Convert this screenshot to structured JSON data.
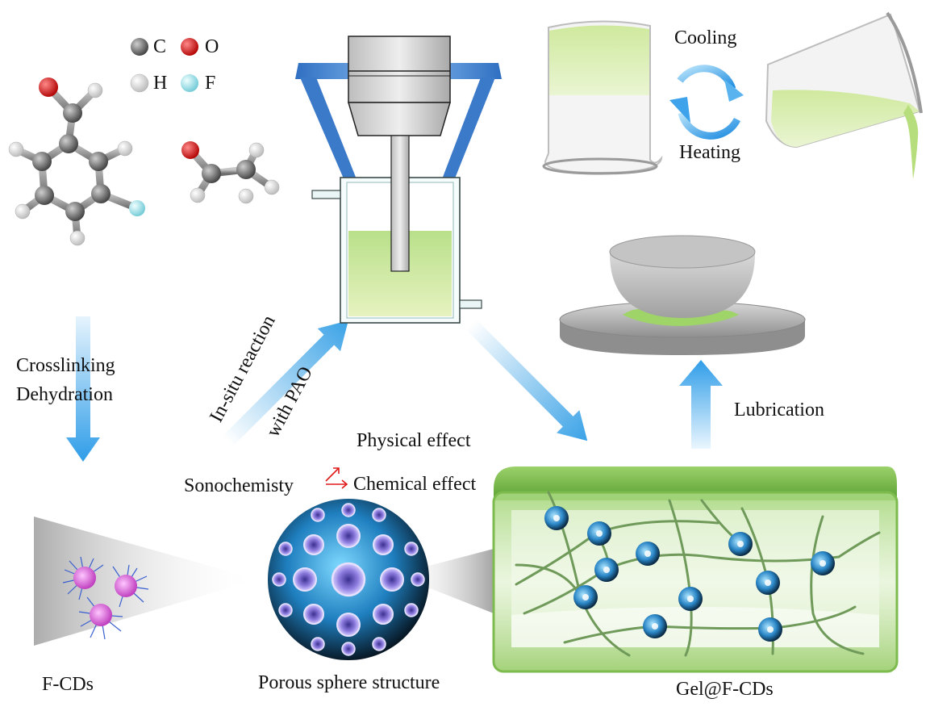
{
  "legend": {
    "items": [
      {
        "symbol": "C",
        "color": "#5a5a5a"
      },
      {
        "symbol": "O",
        "color": "#d01010"
      },
      {
        "symbol": "H",
        "color": "#e8e8e8"
      },
      {
        "symbol": "F",
        "color": "#9fe0ea"
      }
    ]
  },
  "process": {
    "step1_line1": "Crosslinking",
    "step1_line2": "Dehydration",
    "product": "F-CDs",
    "reaction_line1": "In-situ reaction",
    "reaction_line2": "with PAO",
    "sonochemistry": "Sonochemisty",
    "physical_effect": "Physical effect",
    "chemical_effect": "Chemical effect",
    "sphere_caption": "Porous sphere structure",
    "gel_caption": "Gel@F-CDs",
    "lubrication": "Lubrication",
    "cooling": "Cooling",
    "heating": "Heating"
  },
  "colors": {
    "arrow_blue": "#3aa2e6",
    "gel_green": "#9ed468",
    "reactor_frame": "#3f7fcf",
    "red_arrow": "#e01818"
  }
}
